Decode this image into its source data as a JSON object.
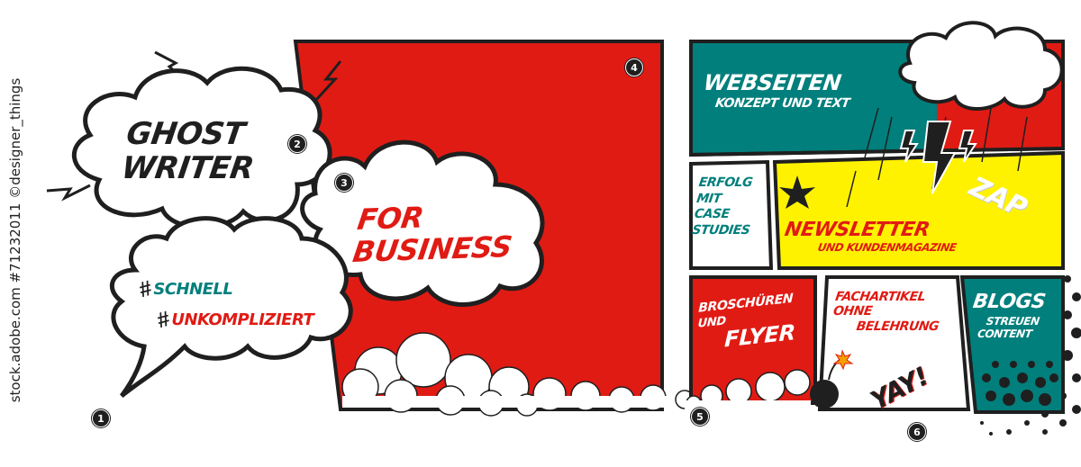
{
  "watermark": "stock.adobe.com #71232011 ©designer_things",
  "colors": {
    "red": "#e01b14",
    "teal": "#017f7c",
    "yellow": "#fff200",
    "black": "#1f1f1f",
    "white": "#ffffff"
  },
  "left_group": {
    "badge_1": "1",
    "badge_2": "2",
    "badge_3": "3",
    "badge_4": "4",
    "bubble_ghost": {
      "line1": "Ghost",
      "line2": "Writer"
    },
    "bubble_business": {
      "line1": "For",
      "line2": "Business"
    },
    "bubble_features": {
      "item1": "Schnell",
      "item2": "Unkompliziert",
      "bullet_icon": "hashtag"
    }
  },
  "right_group": {
    "badge_5": "5",
    "badge_6": "6",
    "panels": {
      "webseiten": {
        "title": "Webseiten",
        "subtitle": "Konzept und Text"
      },
      "erfolg": {
        "lines": [
          "Erfolg",
          "mit",
          "Case",
          "Studies"
        ]
      },
      "newsletter": {
        "title": "Newsletter",
        "subtitle": "und Kundenmagazine",
        "sfx": "ZAP"
      },
      "broschueren": {
        "line1": "Broschüren",
        "line2": "und",
        "line3": "Flyer"
      },
      "fachartikel": {
        "line1": "Fachartikel",
        "line2": "ohne",
        "line3": "Belehrung",
        "sfx": "YAY!"
      },
      "blogs": {
        "title": "Blogs",
        "line2": "streuen",
        "line3": "Content"
      }
    }
  }
}
